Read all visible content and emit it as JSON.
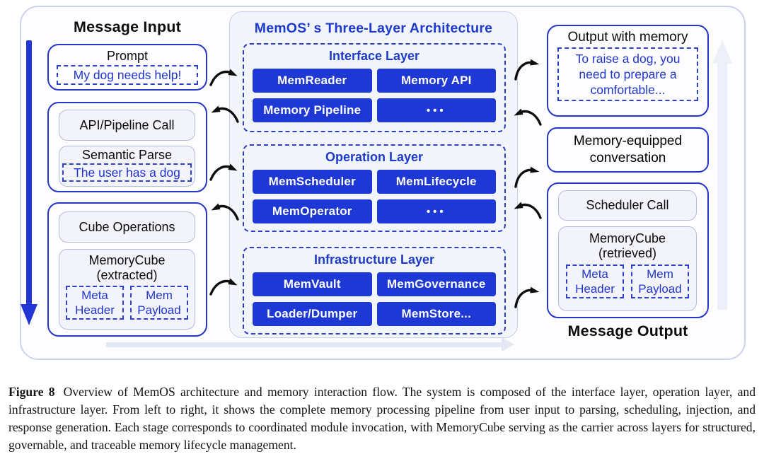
{
  "colors": {
    "module_blue": "#1d38d4",
    "box_border_blue": "#2536c6",
    "dashed_blue": "#2c41cd",
    "blue_text": "#2136cb",
    "heading_blue": "#1c3acc"
  },
  "diagram": {
    "input": {
      "title": "Message Input",
      "prompt_title": "Prompt",
      "prompt_value": "My dog needs help!",
      "api_call": "API/Pipeline Call",
      "semantic_title": "Semantic Parse",
      "semantic_value": "The user has a dog",
      "cube_ops": "Cube Operations",
      "memcube_title": "MemoryCube",
      "memcube_state": "(extracted)",
      "meta_header": "Meta Header",
      "mem_payload": "Mem Payload"
    },
    "architecture": {
      "title": "MemOS’ s Three-Layer Architecture",
      "layers": [
        {
          "name": "Interface Layer",
          "modules": [
            "MemReader",
            "Memory API",
            "Memory Pipeline",
            "•••"
          ]
        },
        {
          "name": "Operation Layer",
          "modules": [
            "MemScheduler",
            "MemLifecycle",
            "MemOperator",
            "•••"
          ]
        },
        {
          "name": "Infrastructure Layer",
          "modules": [
            "MemVault",
            "MemGovernance",
            "Loader/Dumper",
            "MemStore..."
          ]
        }
      ]
    },
    "output": {
      "title": "Message Output",
      "output_title": "Output with memory",
      "output_value": "To raise a dog, you need to prepare a comfortable...",
      "conversation": "Memory-equipped conversation",
      "scheduler": "Scheduler Call",
      "memcube_title": "MemoryCube",
      "memcube_state": "(retrieved)",
      "meta_header": "Meta Header",
      "mem_payload": "Mem Payload"
    }
  },
  "caption": {
    "label": "Figure 8",
    "text": "Overview of MemOS architecture and memory interaction flow. The system is composed of the interface layer, operation layer, and infrastructure layer. From left to right, it shows the complete memory processing pipeline from user input to parsing, scheduling, injection, and response generation. Each stage corresponds to coordinated module invocation, with MemoryCube serving as the carrier across layers for structured, governable, and traceable memory lifecycle management."
  }
}
